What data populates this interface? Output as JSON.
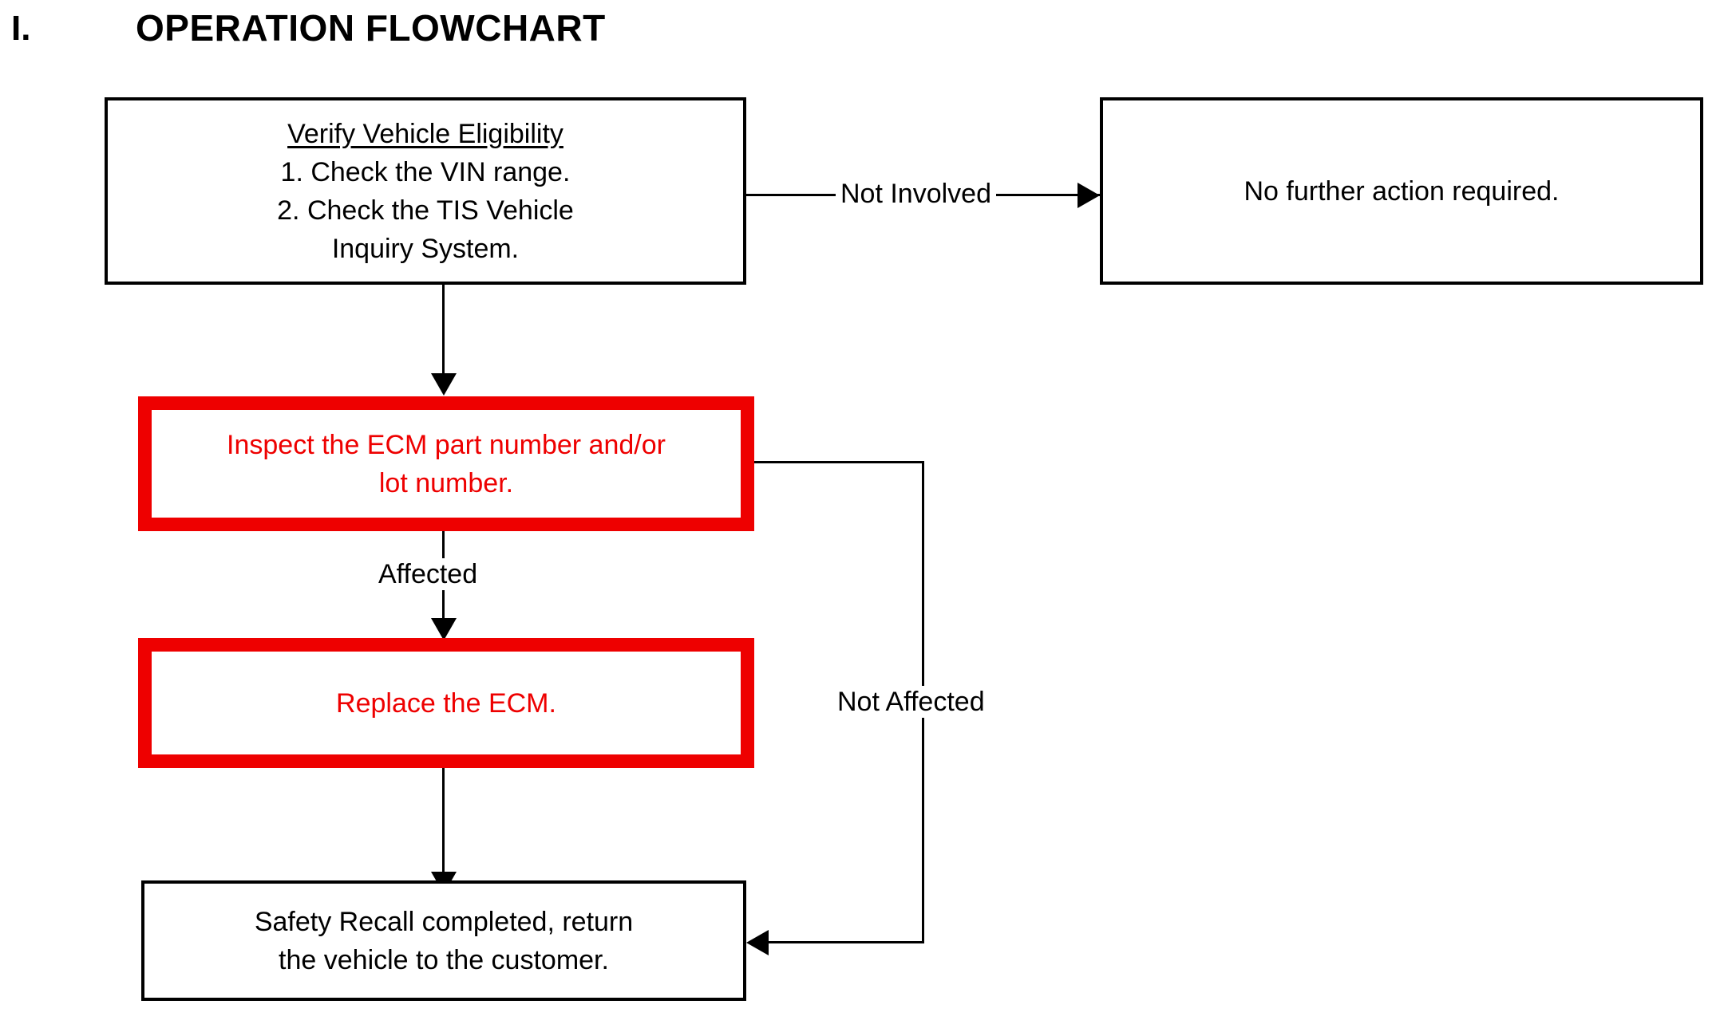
{
  "heading": {
    "number": "I.",
    "title": "OPERATION FLOWCHART"
  },
  "colors": {
    "accent_red": "#ee0000",
    "outline_black": "#000000",
    "background": "#ffffff"
  },
  "flowchart": {
    "type": "diagram",
    "nodes": [
      {
        "id": "verify-eligibility",
        "style": "black-outline",
        "title": "Verify Vehicle Eligibility",
        "body": "1. Check the VIN range.\n2. Check the TIS Vehicle\nInquiry System."
      },
      {
        "id": "no-further-action",
        "style": "black-outline",
        "body": "No further action required."
      },
      {
        "id": "inspect-ecm",
        "style": "red-outline",
        "body": "Inspect the ECM part number and/or\nlot number."
      },
      {
        "id": "replace-ecm",
        "style": "red-outline",
        "body": "Replace the ECM."
      },
      {
        "id": "recall-completed",
        "style": "black-outline",
        "body": "Safety Recall completed, return\nthe vehicle to the customer."
      }
    ],
    "edges": [
      {
        "id": "e1",
        "from": "verify-eligibility",
        "to": "no-further-action",
        "label": "Not Involved"
      },
      {
        "id": "e2",
        "from": "verify-eligibility",
        "to": "inspect-ecm",
        "label": ""
      },
      {
        "id": "e3",
        "from": "inspect-ecm",
        "to": "replace-ecm",
        "label": "Affected"
      },
      {
        "id": "e4",
        "from": "inspect-ecm",
        "to": "recall-completed",
        "label": "Not Affected"
      },
      {
        "id": "e5",
        "from": "replace-ecm",
        "to": "recall-completed",
        "label": ""
      }
    ]
  }
}
